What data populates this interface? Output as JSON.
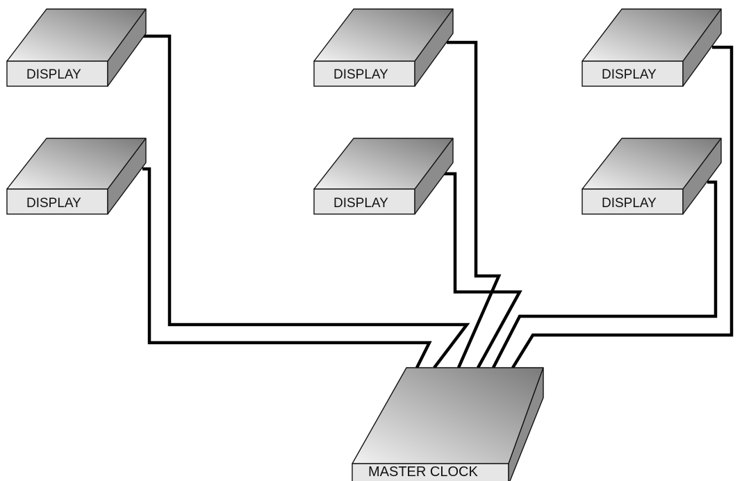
{
  "diagram": {
    "displays": [
      {
        "label": "DISPLAY"
      },
      {
        "label": "DISPLAY"
      },
      {
        "label": "DISPLAY"
      },
      {
        "label": "DISPLAY"
      },
      {
        "label": "DISPLAY"
      },
      {
        "label": "DISPLAY"
      }
    ],
    "master": {
      "label": "MASTER CLOCK"
    },
    "colors": {
      "front_face": "#e6e6e6",
      "side_face": "#8c8c8c",
      "top_light": "#f2f2f2",
      "top_dark": "#7a7a7a",
      "wire": "#000000"
    }
  }
}
